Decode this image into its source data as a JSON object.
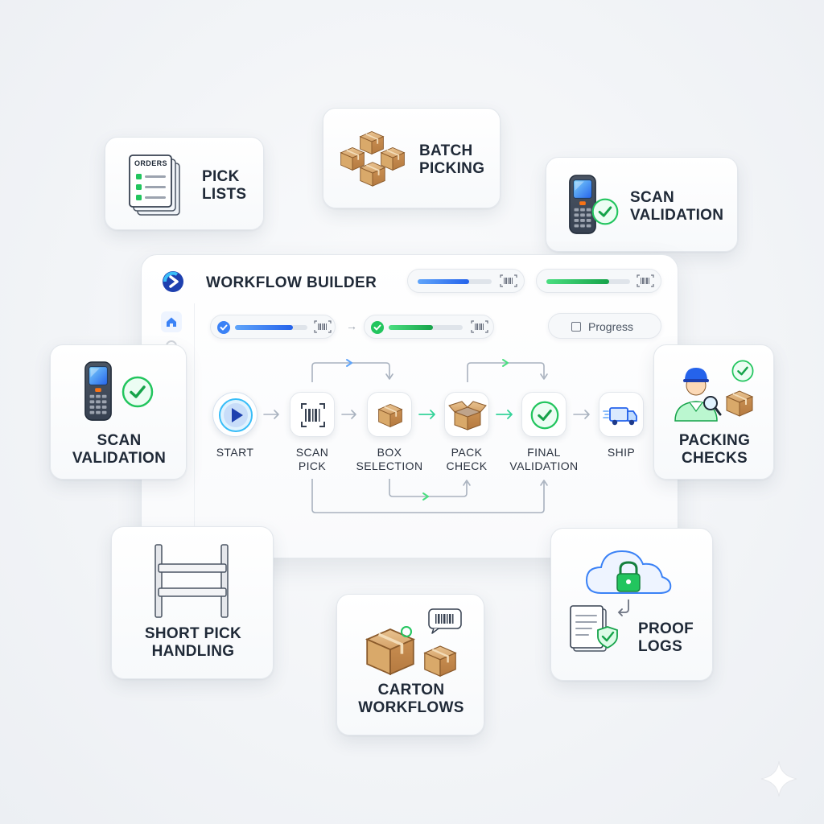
{
  "cards": {
    "pick_lists": {
      "icon": "orders-list-icon",
      "icon_text": "ORDERS",
      "label_line1": "PICK",
      "label_line2": "LISTS"
    },
    "batch_picking": {
      "icon": "boxes-stack-icon",
      "label_line1": "BATCH",
      "label_line2": "PICKING"
    },
    "scan_validation_right": {
      "icon": "scanner-check-icon",
      "label_line1": "SCAN",
      "label_line2": "VALIDATION"
    },
    "scan_validation_left": {
      "icon": "scanner-check-icon",
      "label_line1": "SCAN",
      "label_line2": "VALIDATION"
    },
    "packing_checks": {
      "icon": "inspector-icon",
      "label_line1": "PACKING",
      "label_line2": "CHECKS"
    },
    "short_pick": {
      "icon": "shelf-icon",
      "label_line1": "SHORT PICK",
      "label_line2": "HANDLING"
    },
    "carton_workflows": {
      "icon": "carton-icon",
      "label_line1": "CARTON",
      "label_line2": "WORKFLOWS"
    },
    "proof_logs": {
      "icon": "cloud-lock-icon",
      "label_line1": "PROOF",
      "label_line2": "LOGS"
    }
  },
  "panel": {
    "title": "WORKFLOW BUILDER",
    "progress_button": "Progress",
    "header_bars": [
      {
        "progress": 0.7,
        "color": "#3b82f6"
      },
      {
        "progress": 0.75,
        "color": "#22c55e"
      }
    ],
    "filter_bars": [
      {
        "progress": 0.8,
        "color": "#3b82f6"
      },
      {
        "progress": 0.6,
        "color": "#22c55e"
      }
    ]
  },
  "workflow": {
    "steps": [
      {
        "line1": "START",
        "line2": "",
        "icon": "play-icon"
      },
      {
        "line1": "SCAN",
        "line2": "PICK",
        "icon": "barcode-icon"
      },
      {
        "line1": "BOX",
        "line2": "SELECTION",
        "icon": "box-icon"
      },
      {
        "line1": "PACK",
        "line2": "CHECK",
        "icon": "open-box-icon"
      },
      {
        "line1": "FINAL",
        "line2": "VALIDATION",
        "icon": "check-circle-icon"
      },
      {
        "line1": "SHIP",
        "line2": "",
        "icon": "truck-icon"
      }
    ]
  },
  "colors": {
    "accent_blue": "#3b82f6",
    "accent_green": "#22c55e",
    "box_brown": "#d9a96a"
  }
}
